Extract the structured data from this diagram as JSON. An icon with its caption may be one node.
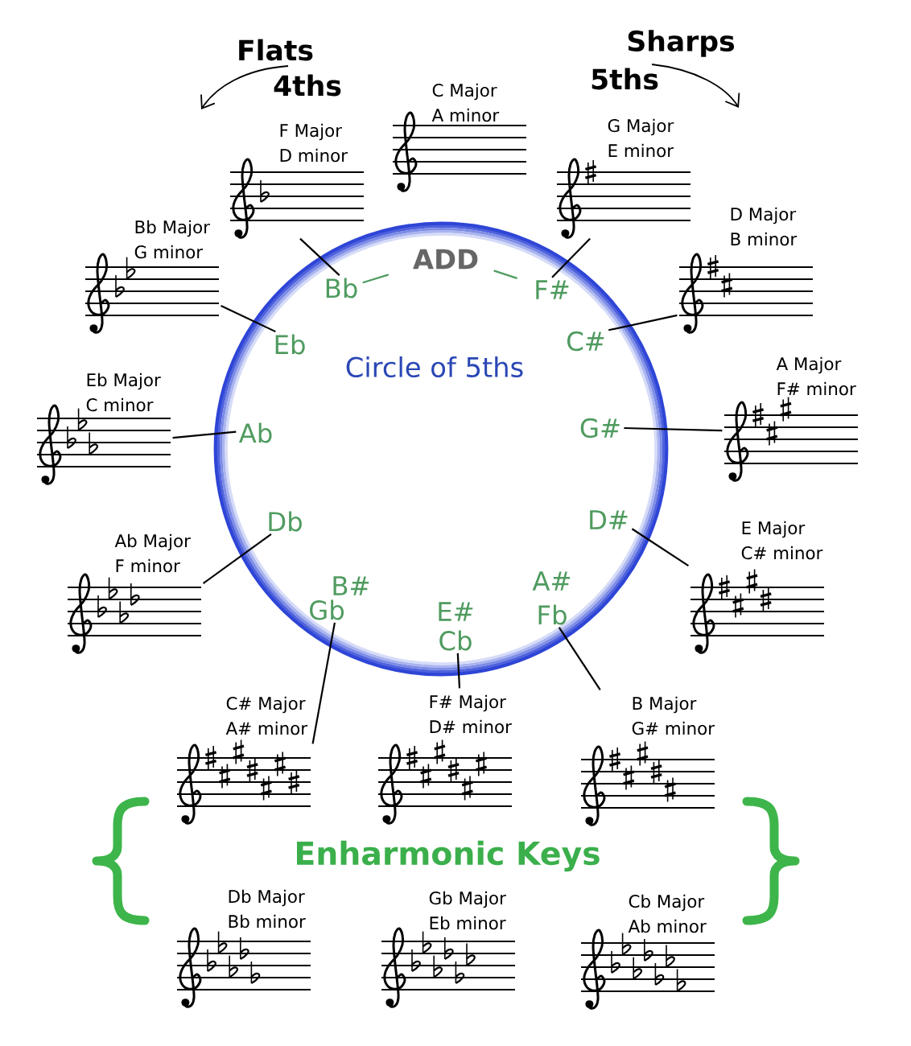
{
  "diagram": {
    "nodes": [
      {
        "text": [
          "C Major",
          "A minor"
        ]
      },
      {
        "text": [
          "F Major",
          "D minor"
        ]
      },
      {
        "text": [
          "G Major",
          "E minor"
        ]
      },
      {
        "text": [
          "Bb Major",
          "G minor"
        ]
      },
      {
        "text": [
          "D Major",
          "B minor"
        ]
      },
      {
        "text": [
          "Circle of 5ths"
        ]
      },
      {
        "text": [
          "ADD"
        ],
        "in": 5
      },
      {
        "text": [
          "Bb"
        ],
        "in": 5
      },
      {
        "text": [
          "F#"
        ],
        "in": 5
      },
      {
        "text": [
          "Eb"
        ],
        "in": 5
      },
      {
        "text": [
          "C#"
        ],
        "in": 5
      },
      {
        "text": [
          "Ab"
        ],
        "in": 5
      },
      {
        "text": [
          "G#"
        ],
        "in": 5
      },
      {
        "text": [
          "Db"
        ],
        "in": 5
      },
      {
        "text": [
          "D#"
        ],
        "in": 5
      },
      {
        "text": [
          "B#"
        ],
        "in": 5
      },
      {
        "text": [
          "A#"
        ],
        "in": 5
      },
      {
        "text": [
          "Gb"
        ],
        "in": 5
      },
      {
        "text": [
          "E#"
        ],
        "in": 5
      },
      {
        "text": [
          "Fb"
        ],
        "in": 5
      },
      {
        "text": [
          "Cb"
        ],
        "in": 5
      },
      {
        "text": [
          "Eb Major",
          "C minor"
        ]
      },
      {
        "text": [
          "A Major",
          "F# minor"
        ]
      },
      {
        "text": [
          "Ab Major",
          "F minor"
        ]
      },
      {
        "text": [
          "E Major",
          "C# minor"
        ]
      },
      {
        "text": [
          "C# Major",
          "A# minor"
        ]
      },
      {
        "text": [
          "F# Major",
          "D# minor"
        ]
      },
      {
        "text": [
          "B Major",
          "G# minor"
        ]
      },
      {
        "text": [
          "Db Major",
          "Bb minor"
        ]
      },
      {
        "text": [
          "Gb Major",
          "Eb minor"
        ]
      },
      {
        "text": [
          "Cb Major",
          "Ab minor"
        ]
      }
    ],
    "edges": [
      {
        "from": 7,
        "to": 1,
        "arrow": "none"
      },
      {
        "from": 8,
        "to": 2,
        "arrow": "none"
      },
      {
        "from": 9,
        "to": 3,
        "arrow": "none"
      },
      {
        "from": 10,
        "to": 4,
        "arrow": "none"
      },
      {
        "from": 11,
        "to": 21,
        "arrow": "none"
      },
      {
        "from": 12,
        "to": 22,
        "arrow": "none"
      },
      {
        "from": 13,
        "to": 23,
        "arrow": "none"
      },
      {
        "from": 14,
        "to": 24,
        "arrow": "none"
      },
      {
        "from": 17,
        "to": 25,
        "arrow": "none"
      },
      {
        "from": 20,
        "to": 26,
        "arrow": "none"
      },
      {
        "from": 19,
        "to": 27,
        "arrow": "none"
      },
      {
        "from": 6,
        "to": 7,
        "arrow": "none",
        "color": "#4f9b5f"
      },
      {
        "from": 6,
        "to": 8,
        "arrow": "none",
        "color": "#4f9b5f"
      }
    ],
    "labels": [
      "Flats",
      "Sharps",
      "4ths",
      "5ths",
      "Enharmonic Keys"
    ]
  }
}
